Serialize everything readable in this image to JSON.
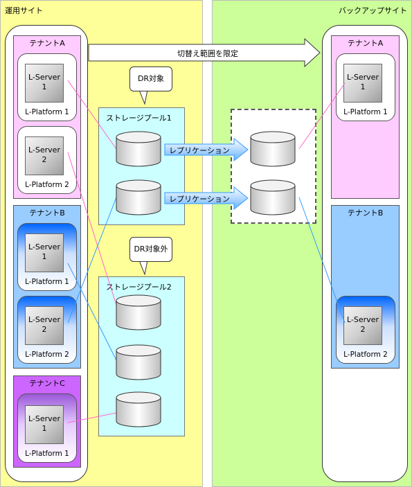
{
  "sites": {
    "primary": {
      "title": "運用サイト",
      "color": "#ffff99"
    },
    "backup": {
      "title": "バックアップサイト",
      "color": "#ccff99"
    }
  },
  "tenants": {
    "a": {
      "title": "テナントA",
      "color": "#ffccff"
    },
    "b": {
      "title": "テナントB",
      "color": "#99ccff"
    },
    "c": {
      "title": "テナントC",
      "color": "#cc66ff"
    },
    "backup_a": {
      "title": "テナントA"
    },
    "backup_b": {
      "title": "テナントB"
    }
  },
  "platforms": {
    "a1": {
      "server_name": "L-Server",
      "server_number": "1",
      "label": "L-Platform 1"
    },
    "a2": {
      "server_name": "L-Server",
      "server_number": "2",
      "label": "L-Platform 2"
    },
    "b1": {
      "server_name": "L-Server",
      "server_number": "1",
      "label": "L-Platform 1"
    },
    "b2": {
      "server_name": "L-Server",
      "server_number": "2",
      "label": "L-Platform 2"
    },
    "c1": {
      "server_name": "L-Server",
      "server_number": "1",
      "label": "L-Platform 1"
    },
    "backup_a1": {
      "server_name": "L-Server",
      "server_number": "1",
      "label": "L-Platform 1"
    },
    "backup_b2": {
      "server_name": "L-Server",
      "server_number": "2",
      "label": "L-Platform 2"
    }
  },
  "pools": {
    "pool1": {
      "title": "ストレージプール1"
    },
    "pool2": {
      "title": "ストレージプール2"
    }
  },
  "callouts": {
    "dr_target": "DR対象",
    "dr_excluded": "DR対象外"
  },
  "arrows": {
    "switch_scope": "切替え範囲を限定",
    "replication_1": "レプリケーション",
    "replication_2": "レプリケーション"
  },
  "colors": {
    "link_pink": "#ff66cc",
    "link_blue": "#3399ff",
    "replication_arrow": "#3399ff",
    "platform_b_gradient_top": "#0066ff"
  }
}
